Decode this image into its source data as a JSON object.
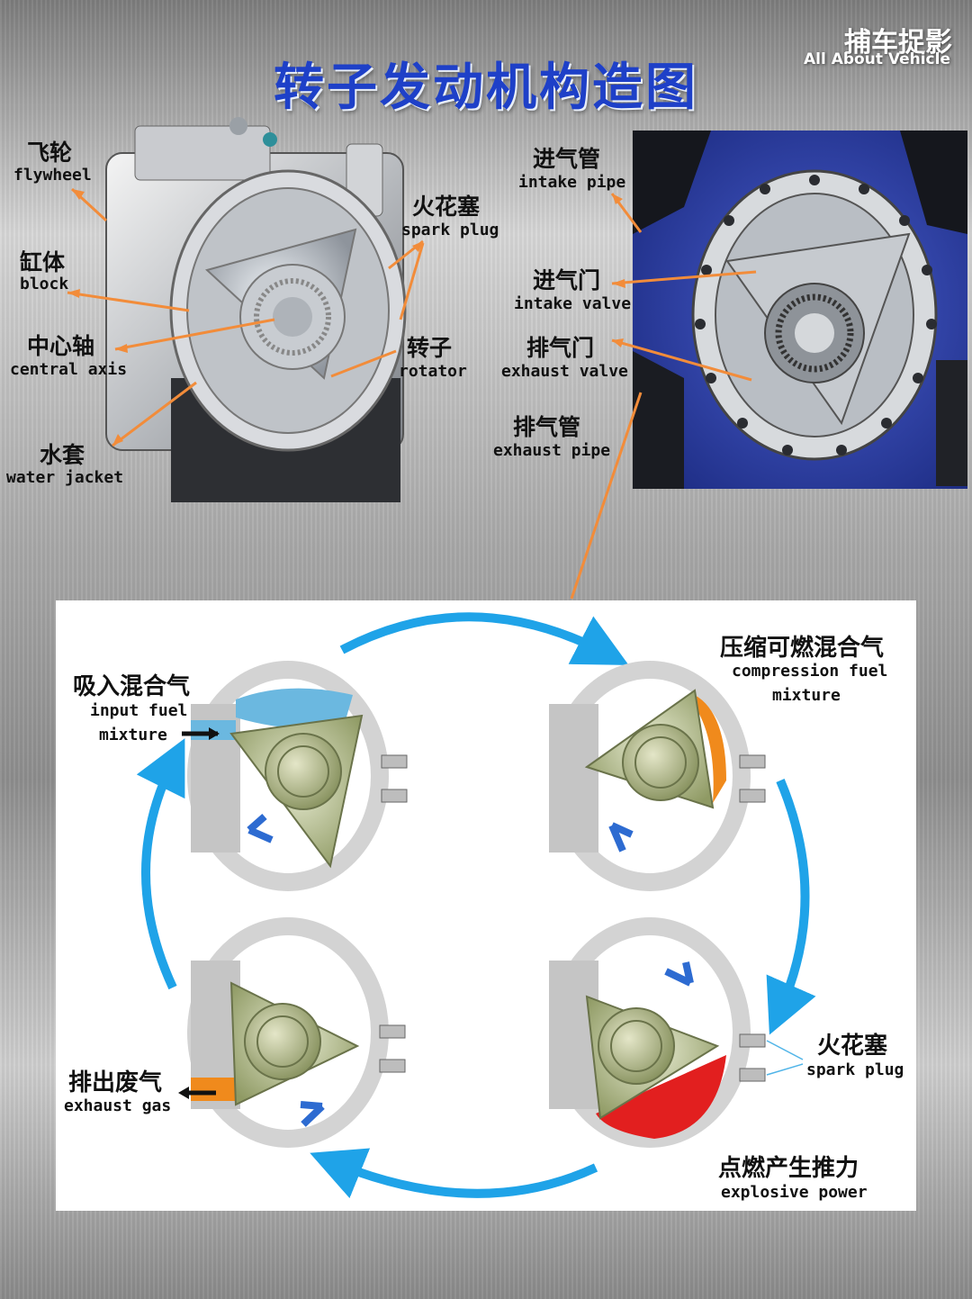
{
  "header": {
    "title": "转子发动机构造图",
    "brand_cn": "捕车捉影",
    "brand_en": "All About Vehicle"
  },
  "labels_left": {
    "flywheel_cn": "飞轮",
    "flywheel_en": "flywheel",
    "block_cn": "缸体",
    "block_en": "block",
    "axis_cn": "中心轴",
    "axis_en": "central axis",
    "jacket_cn": "水套",
    "jacket_en": "water jacket"
  },
  "labels_mid": {
    "spark_cn": "火花塞",
    "spark_en": "spark plug",
    "rotor_cn": "转子",
    "rotor_en": "rotator",
    "intake_pipe_cn": "进气管",
    "intake_pipe_en": "intake pipe",
    "intake_valve_cn": "进气门",
    "intake_valve_en": "intake valve",
    "exhaust_valve_cn": "排气门",
    "exhaust_valve_en": "exhaust valve",
    "exhaust_pipe_cn": "排气管",
    "exhaust_pipe_en": "exhaust pipe"
  },
  "cycle": {
    "intake_cn": "吸入混合气",
    "intake_en_1": "input fuel",
    "intake_en_2": "mixture",
    "compress_cn": "压缩可燃混合气",
    "compress_en_1": "compression fuel",
    "compress_en_2": "mixture",
    "spark_cn": "火花塞",
    "spark_en": "spark plug",
    "power_cn": "点燃产生推力",
    "power_en": "explosive power",
    "exhaust_cn": "排出废气",
    "exhaust_en": "exhaust gas"
  },
  "colors": {
    "title": "#1e40c8",
    "arrow_orange": "#f28c3a",
    "cycle_blue": "#1fa3e8",
    "intake_fill": "#6bb8e0",
    "compress_fill": "#f08a1c",
    "explosion_fill": "#e21f1f",
    "rotor_fill": "#b9c08a"
  }
}
